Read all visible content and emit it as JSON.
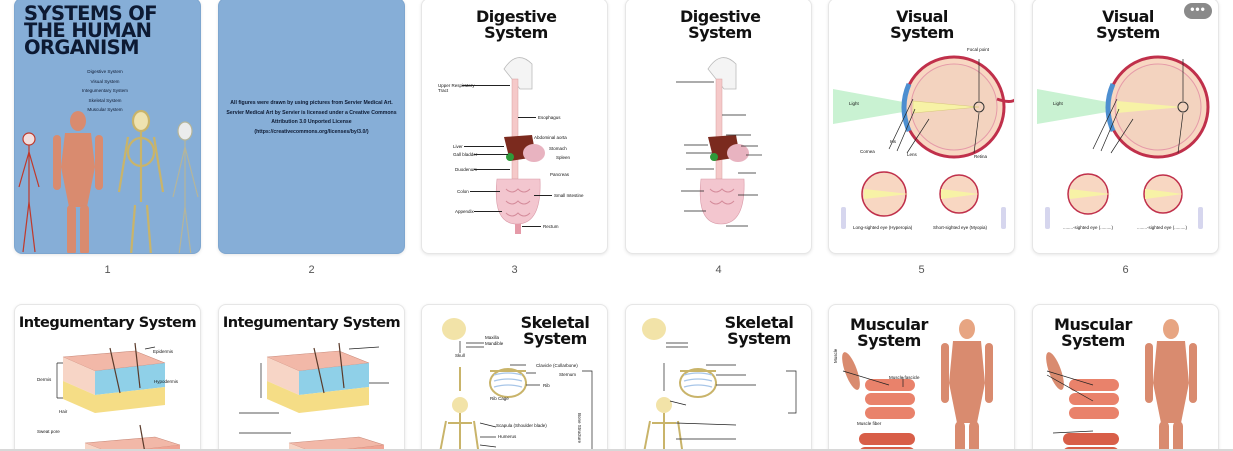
{
  "pages": [
    {
      "number": "1",
      "cover_title": "SYSTEMS OF THE HUMAN ORGANISM",
      "contents": [
        "Digestive System",
        "Visual System",
        "Integumentary System",
        "Skeletal System",
        "Muscular System"
      ]
    },
    {
      "number": "2",
      "credits": "All figures were drawn by using pictures from Servier Medical Art. Servier Medical Art by Servier is licensed under a Creative Commons Attribution 3.0 Unported License (https://creativecommons.org/licenses/by/3.0/)"
    },
    {
      "number": "3",
      "title": "Digestive System",
      "labels": {
        "upper_tract": "Upper Respiratory Tract",
        "esophagus": "Esophagus",
        "abdominal_aorta": "Abdominal aorta",
        "liver": "Liver",
        "stomach": "Stomach",
        "gall_bladder": "Gall bladder",
        "spleen": "Spleen",
        "duodenum": "Duodenum",
        "pancreas": "Pancreas",
        "colon": "Colon",
        "small_intestine": "Small Intestine",
        "appendix": "Appendix",
        "rectum": "Rectum"
      }
    },
    {
      "number": "4",
      "title": "Digestive System"
    },
    {
      "number": "5",
      "title": "Visual System",
      "labels": {
        "focal_point": "Focal point",
        "light": "Light",
        "cornea": "Cornea",
        "iris": "Iris",
        "lens": "Lens",
        "retina": "Retina",
        "hyperopia": "Long-sighted eye (Hyperopia)",
        "myopia": "Short-sighted eye (Myopia)"
      }
    },
    {
      "number": "6",
      "title": "Visual System",
      "labels": {
        "light": "Light",
        "blank1": "........-sighted eye (.........)",
        "blank2": "........-sighted eye (.........)"
      }
    },
    {
      "title": "Integumentary System",
      "labels": {
        "epidermis": "Epidermis",
        "dermis": "Dermis",
        "hypodermis": "Hypodermis",
        "hair": "Hair",
        "sweat_pore": "Sweat pore"
      }
    },
    {
      "title": "Integumentary System"
    },
    {
      "title": "Skeletal System",
      "labels": {
        "maxilla": "Maxilla",
        "mandible": "Mandible",
        "skull": "Skull",
        "clavicle": "Clavicle (Collarbone)",
        "sternum": "Sternum",
        "rib": "Rib",
        "rib_cage": "Rib Cage",
        "scapula": "Scapula (Shoulder blade)",
        "humerus": "Humerus",
        "bone_structure": "Bone Structure"
      }
    },
    {
      "title": "Skeletal System"
    },
    {
      "title": "Muscular System",
      "labels": {
        "muscle": "Muscle",
        "muscle_fascicle": "Muscle fascicle",
        "muscle_fiber": "Muscle fiber"
      }
    },
    {
      "title": "Muscular System"
    }
  ],
  "more_button": "•••",
  "colors": {
    "cover_blue": "#86aed7",
    "title_dark": "#0d1a33",
    "muscle": "#d98b6f",
    "bone": "#e8d48a",
    "skin_pink": "#f2b8a8",
    "hypodermis_blue": "#8fd0e8"
  }
}
